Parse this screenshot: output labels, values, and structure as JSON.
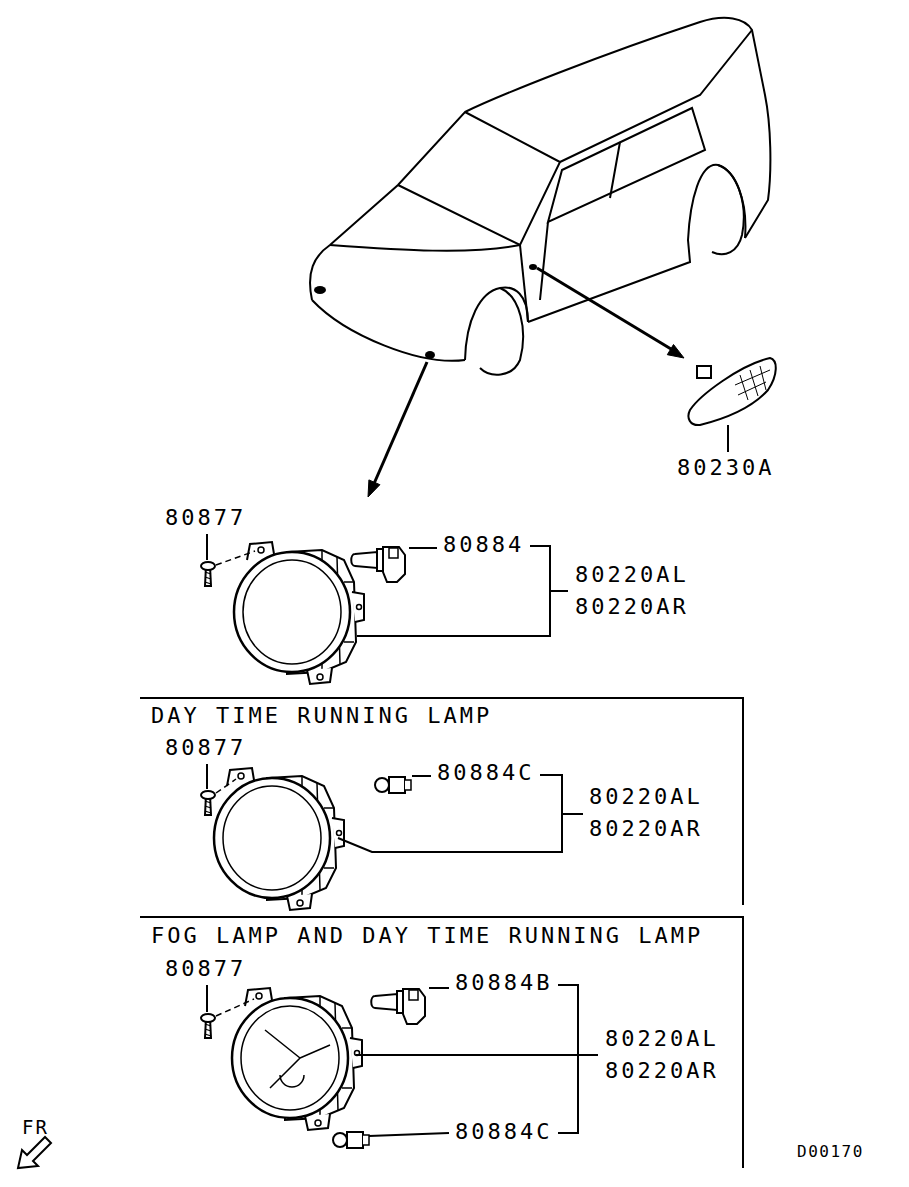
{
  "diagram": {
    "nodes": [
      {
        "text": [
          "DAY TIME RUNNING LAMP"
        ]
      },
      {
        "text": [
          "FOG LAMP AND DAY TIME RUNNING LAMP"
        ]
      }
    ],
    "labels": [
      "80230A",
      "80877",
      "80884",
      "80220AL",
      "80220AR",
      "80877",
      "80884C",
      "80220AL",
      "80220AR",
      "80877",
      "80884B",
      "80220AL",
      "80220AR",
      "80884C",
      "FR",
      "D00170"
    ]
  }
}
